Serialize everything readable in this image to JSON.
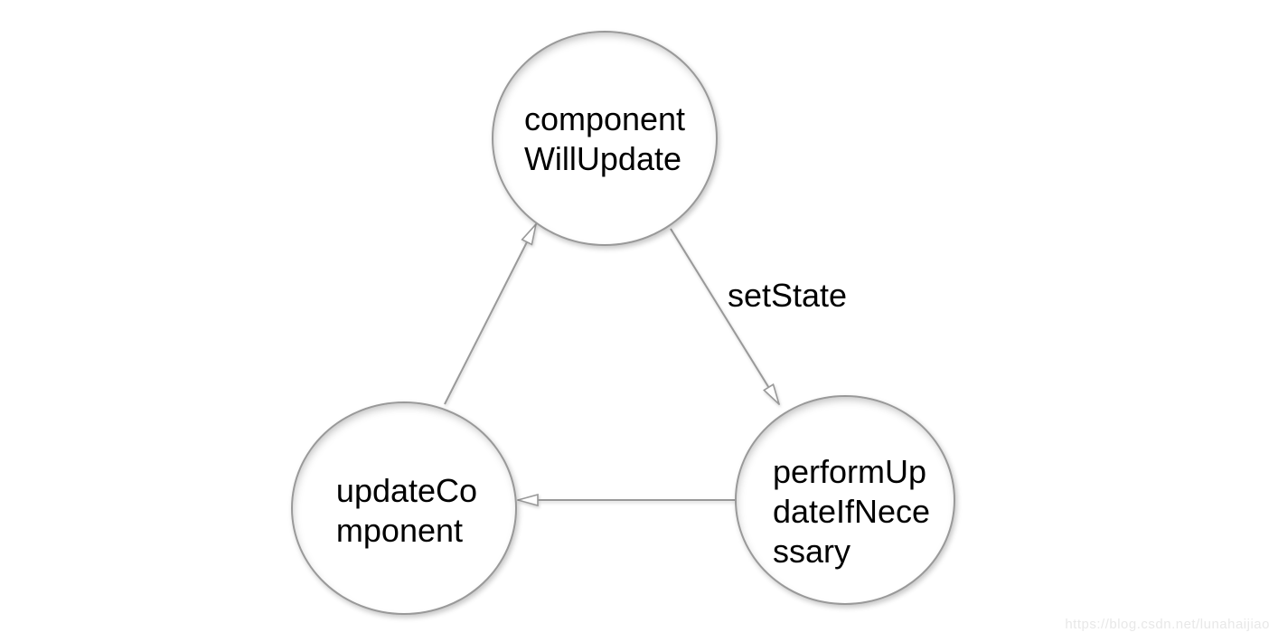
{
  "diagram": {
    "nodes": [
      {
        "name": "componentWillUpdate",
        "lines": [
          "component",
          "WillUpdate"
        ]
      },
      {
        "name": "performUpdateIfNecessary",
        "lines": [
          "performUp",
          "dateIfNece",
          "ssary"
        ]
      },
      {
        "name": "updateComponent",
        "lines": [
          "updateCo",
          "mponent"
        ]
      }
    ],
    "edges": [
      {
        "from": "componentWillUpdate",
        "to": "performUpdateIfNecessary",
        "label": "setState"
      },
      {
        "from": "performUpdateIfNecessary",
        "to": "updateComponent",
        "label": ""
      },
      {
        "from": "updateComponent",
        "to": "componentWillUpdate",
        "label": ""
      }
    ],
    "colors": {
      "edge": "#999999",
      "node_border": "#999999",
      "node_fill": "#ffffff",
      "label_text": "#000000",
      "watermark_text": "#e8e8e8"
    }
  },
  "watermark": {
    "text": "https://blog.csdn.net/lunahaijiao"
  }
}
